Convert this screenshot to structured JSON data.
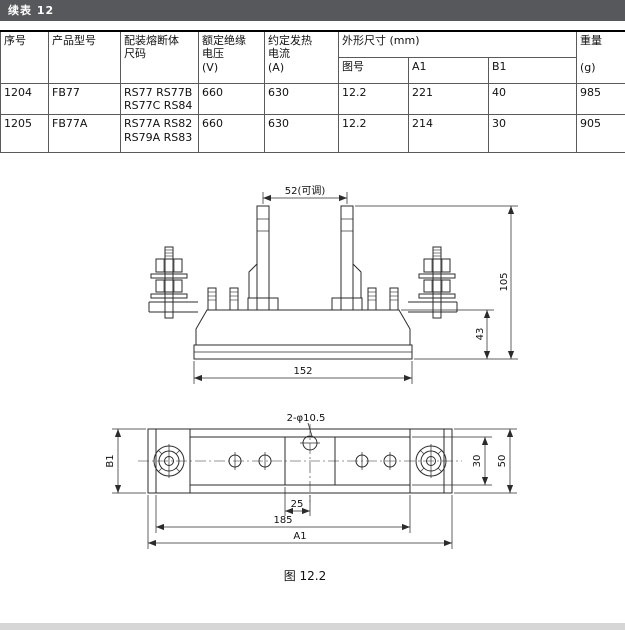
{
  "page": {
    "header_bar_title": "续表 12",
    "figure_caption": "图 12.2"
  },
  "table": {
    "headers": {
      "serial": "序号",
      "model": "产品型号",
      "fuse_size": "配装熔断体\n尺码",
      "voltage": "额定绝缘\n电压\n(V)",
      "current": "约定发热\n电流\n(A)",
      "dims_group": "外形尺寸 (mm)",
      "figure_no": "图号",
      "a1": "A1",
      "b1": "B1",
      "weight": "重量\n\n(g)"
    },
    "rows": [
      {
        "serial": "1204",
        "model": "FB77",
        "fuse_size": "RS77 RS77B\nRS77C RS84",
        "voltage": "660",
        "current": "630",
        "figure_no": "12.2",
        "a1": "221",
        "b1": "40",
        "weight": "985"
      },
      {
        "serial": "1205",
        "model": "FB77A",
        "fuse_size": "RS77A RS82\nRS79A RS83",
        "voltage": "660",
        "current": "630",
        "figure_no": "12.2",
        "a1": "214",
        "b1": "30",
        "weight": "905"
      }
    ]
  },
  "drawing": {
    "front_view": {
      "dim_clip_span": "52(可调)",
      "dim_total_height": "105",
      "dim_body_height": "43",
      "dim_base_width": "152"
    },
    "plan_view": {
      "holes_label": "2-φ10.5",
      "dim_width_left": "B1",
      "dim_inner_height": "30",
      "dim_outer_height": "50",
      "dim_hole_offset": "25",
      "dim_mount_span": "185",
      "dim_overall_width": "A1"
    }
  }
}
